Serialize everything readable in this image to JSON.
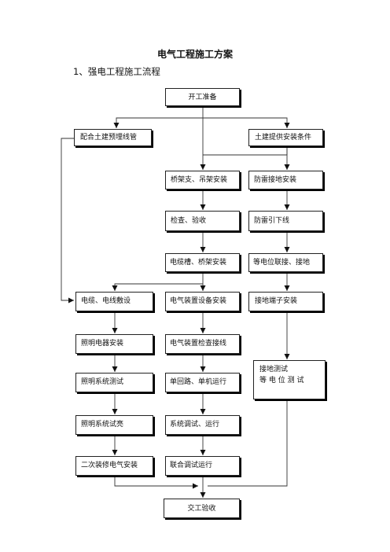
{
  "title": "电气工程施工方案",
  "subtitle": "1、强电工程施工流程",
  "nodes": {
    "start": "开工准备",
    "coordinate_conduit": "配合土建预埋线管",
    "civil_conditions": "土建提供安装条件",
    "tray_support": "桥架支、吊架安装",
    "lightning_ground": "防雷接地安装",
    "inspection": "检查、验收",
    "lightning_down": "防雷引下线",
    "cable_tray": "电缆槽、桥架安装",
    "equipotential": "等电位联接、接地",
    "cable_laying": "电缆、电线敷设",
    "equipment_install": "电气装置设备安装",
    "terminal_install": "接地端子安装",
    "lighting_install": "照明电器安装",
    "equipment_check": "电气装置检查接线",
    "ground_test_1": "接地测试",
    "ground_test_2": "等 电 位 测 试",
    "lighting_test": "照明系统测试",
    "single_run": "单回路、单机运行",
    "lighting_trial": "照明系统试亮",
    "system_debug": "系统调试、运行",
    "decoration": "二次装修电气安装",
    "joint_debug": "联合调试运行",
    "acceptance": "交工验收"
  }
}
